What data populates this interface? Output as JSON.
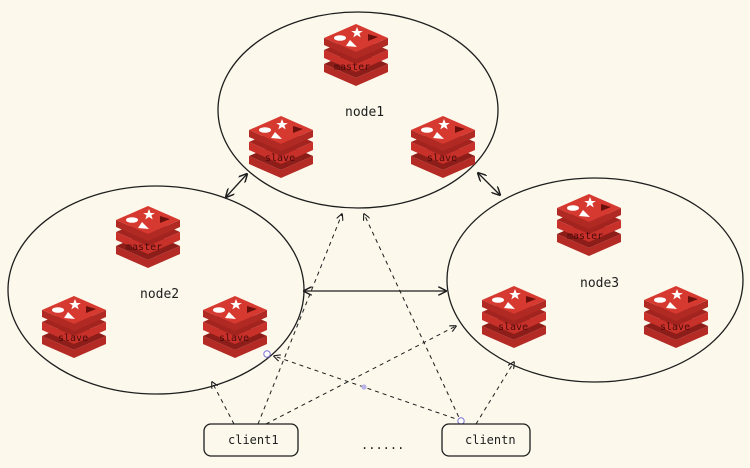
{
  "nodes": [
    {
      "id": "node1",
      "label": "node1"
    },
    {
      "id": "node2",
      "label": "node2"
    },
    {
      "id": "node3",
      "label": "node3"
    }
  ],
  "redis_labels": {
    "master": "master",
    "slave": "slave"
  },
  "clients": {
    "client1": "client1",
    "clientn": "clientn",
    "ellipsis": "......"
  },
  "colors": {
    "background": "#fcf8ec",
    "stroke": "#1e1e1e",
    "redis_red": "#c8302a",
    "redis_dark": "#8d1d18",
    "connector_dot": "#b9b3e8"
  },
  "icons": {
    "redis": "redis-stack-icon"
  }
}
